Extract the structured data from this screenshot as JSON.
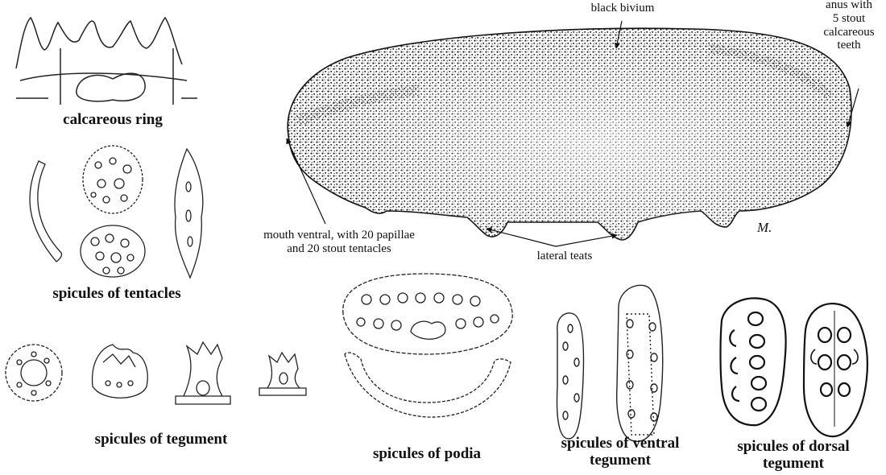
{
  "annotations": {
    "black_bivium": "black bivium",
    "anus": "anus with\n5 stout\ncalcareous\nteeth",
    "mouth": "mouth ventral, with 20 papillae\nand 20 stout tentacles",
    "lateral_teats": "lateral teats"
  },
  "captions": {
    "calcareous_ring": "calcareous ring",
    "tentacles": "spicules of tentacles",
    "tegument": "spicules of tegument",
    "podia": "spicules of podia",
    "ventral": "spicules of ventral\ntegument",
    "dorsal": "spicules of dorsal\ntegument"
  },
  "signature": "M."
}
